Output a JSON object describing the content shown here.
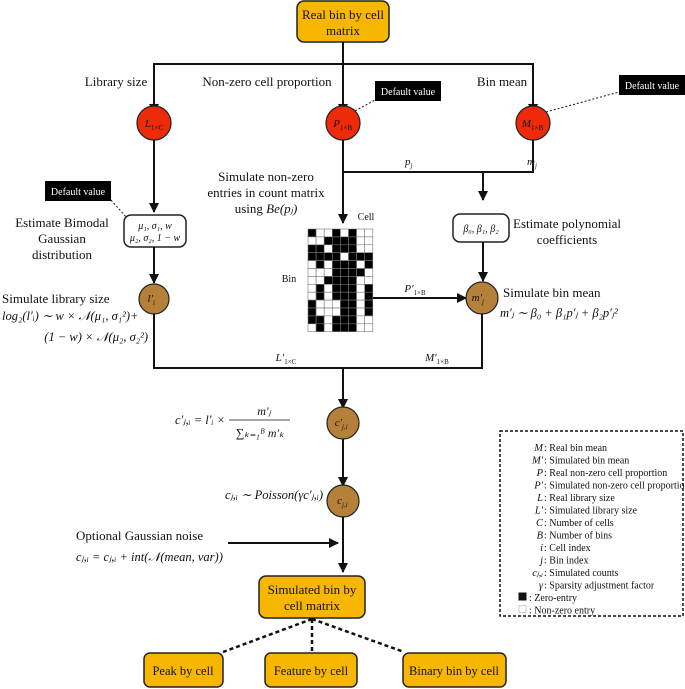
{
  "colors": {
    "data_box": "#F7B600",
    "real_param_node": "#EE2A0B",
    "simulated_node": "#B5813A",
    "default_label_bg": "#000000"
  },
  "top_box": {
    "line1": "Real bin by cell",
    "line2": "matrix"
  },
  "branches": {
    "library_size": "Library size",
    "nonzero_proportion": "Non-zero cell proportion",
    "bin_mean": "Bin mean"
  },
  "default_labels": {
    "proportion": "Default value",
    "bin_mean": "Default value",
    "bimodal": "Default value"
  },
  "nodes": {
    "L": {
      "main": "L",
      "sub": "1×C"
    },
    "P": {
      "main": "P",
      "sub": "1×B"
    },
    "M": {
      "main": "M",
      "sub": "1×B"
    },
    "l_prime": {
      "main": "l′",
      "sub": "i"
    },
    "m_prime": {
      "main": "m′",
      "sub": "j"
    },
    "c_prime": {
      "main": "c′",
      "sub": "j,i"
    },
    "c": {
      "main": "c",
      "sub": "j,i"
    }
  },
  "edge_labels": {
    "p_j": {
      "main": "p",
      "sub": "j"
    },
    "m_j": {
      "main": "m",
      "sub": "j"
    },
    "P_prime": {
      "main": "P′",
      "sub": "1×B"
    },
    "L_prime": {
      "main": "L′",
      "sub": "1×C"
    },
    "M_prime": {
      "main": "M′",
      "sub": "1×B"
    }
  },
  "bimodal": {
    "params_line1": "μ₁, σ₁, w",
    "params_line2": "μ₂, σ₂, 1 − w",
    "label_line1": "Estimate Bimodal",
    "label_line2": "Gaussian",
    "label_line3": "distribution"
  },
  "polynomial": {
    "params": "β₀, β₁, β₂",
    "label_line1": "Estimate polynomial",
    "label_line2": "coefficients"
  },
  "simulate_nonzero": {
    "line1": "Simulate non-zero",
    "line2": "entries in count matrix",
    "line3_prefix": "using ",
    "line3_formula": "Be(pⱼ)"
  },
  "matrix": {
    "cell_label": "Cell",
    "bin_label": "Bin",
    "rows": [
      [
        1,
        0,
        0,
        1,
        0,
        1,
        0,
        0
      ],
      [
        0,
        0,
        1,
        1,
        1,
        1,
        0,
        0
      ],
      [
        1,
        1,
        0,
        1,
        1,
        1,
        0,
        0
      ],
      [
        1,
        1,
        1,
        1,
        0,
        1,
        1,
        1
      ],
      [
        0,
        1,
        0,
        1,
        1,
        1,
        0,
        1
      ],
      [
        0,
        0,
        0,
        1,
        1,
        1,
        1,
        0
      ],
      [
        0,
        0,
        1,
        1,
        1,
        1,
        0,
        0
      ],
      [
        0,
        1,
        0,
        1,
        1,
        1,
        0,
        1
      ],
      [
        0,
        1,
        0,
        1,
        1,
        1,
        0,
        1
      ],
      [
        1,
        0,
        0,
        0,
        1,
        1,
        0,
        1
      ],
      [
        1,
        0,
        0,
        0,
        1,
        1,
        0,
        1
      ],
      [
        1,
        1,
        0,
        1,
        1,
        1,
        0,
        0
      ],
      [
        0,
        1,
        0,
        1,
        1,
        1,
        0,
        0
      ]
    ]
  },
  "library_sim": {
    "title": "Simulate library size",
    "formula_line1": "log₂(l′ᵢ) ∼ w × 𝒩(μ₁, σ₁²)+",
    "formula_line2": "(1 − w) × 𝒩(μ₂, σ₂²)"
  },
  "bin_mean_sim": {
    "title": "Simulate bin mean",
    "formula": "m′ⱼ ∼ β₀ + β₁p′ⱼ + β₂p′ⱼ²"
  },
  "count_formula": {
    "lhs": "c′ⱼ,ᵢ = l′ᵢ ×",
    "numerator": "m′ⱼ",
    "denominator": "∑ₖ₌₁ᴮ m′ₖ"
  },
  "poisson_formula": "cⱼ,ᵢ ∼ Poisson(γc′ⱼ,ᵢ)",
  "noise": {
    "title": "Optional Gaussian noise",
    "formula": "cⱼ,ᵢ = cⱼ,ᵢ + int(𝒩(mean, var))"
  },
  "output_box": {
    "line1": "Simulated bin by",
    "line2": "cell matrix"
  },
  "outputs": [
    "Peak by cell",
    "Feature by cell",
    "Binary bin by cell"
  ],
  "legend": [
    {
      "symbol": "M",
      "desc": ": Real bin mean"
    },
    {
      "symbol": "M′",
      "desc": ": Simulated bin mean"
    },
    {
      "symbol": "P",
      "desc": ": Real non-zero cell proportion"
    },
    {
      "symbol": "P′",
      "desc": ": Simulated non-zero cell proportion"
    },
    {
      "symbol": "L",
      "desc": ": Real library size"
    },
    {
      "symbol": "L′",
      "desc": ": Simulated library size"
    },
    {
      "symbol": "C",
      "desc": ": Number of cells"
    },
    {
      "symbol": "B",
      "desc": ": Number of bins"
    },
    {
      "symbol": "i",
      "desc": ": Cell index"
    },
    {
      "symbol": "j",
      "desc": ": Bin index"
    },
    {
      "symbol": "cⱼ,ᵢ",
      "desc": ": Simulated counts"
    },
    {
      "symbol": "γ",
      "desc": ": Sparsity adjustment factor"
    },
    {
      "symbol": "zero-square",
      "desc": ": Zero-entry"
    },
    {
      "symbol": "nonzero-square",
      "desc": ": Non-zero entry"
    }
  ]
}
